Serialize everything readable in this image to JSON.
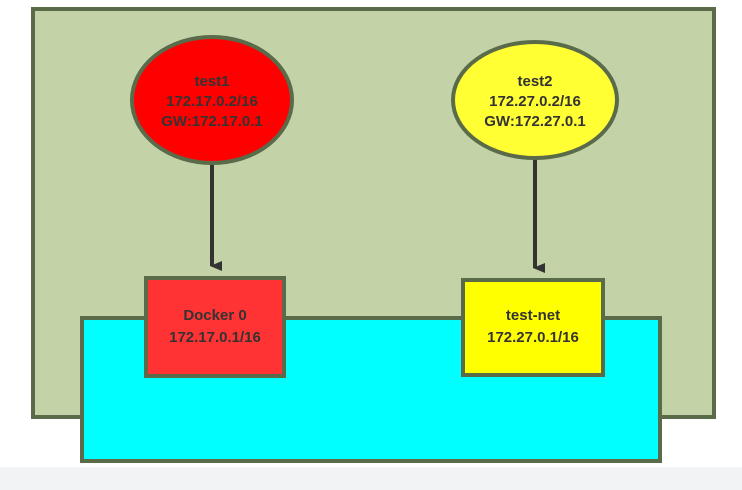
{
  "diagram": {
    "host": {
      "fill": "#c3d3a7",
      "stroke": "#5a6b4a"
    },
    "bridge_layer": {
      "fill": "#00ffff",
      "stroke": "#5a6b4a"
    },
    "containers": [
      {
        "name": "test1",
        "ip": "172.17.0.2/16",
        "gw": "GW:172.17.0.1",
        "fill": "#ff0000"
      },
      {
        "name": "test2",
        "ip": "172.27.0.2/16",
        "gw": "GW:172.27.0.1",
        "fill": "#ffff33"
      }
    ],
    "bridges": [
      {
        "name": "Docker 0",
        "ip": "172.17.0.1/16",
        "fill": "#ff3333"
      },
      {
        "name": "test-net",
        "ip": "172.27.0.1/16",
        "fill": "#ffff00"
      }
    ],
    "edges": [
      {
        "from": "test1",
        "to": "Docker 0"
      },
      {
        "from": "test2",
        "to": "test-net"
      }
    ]
  }
}
